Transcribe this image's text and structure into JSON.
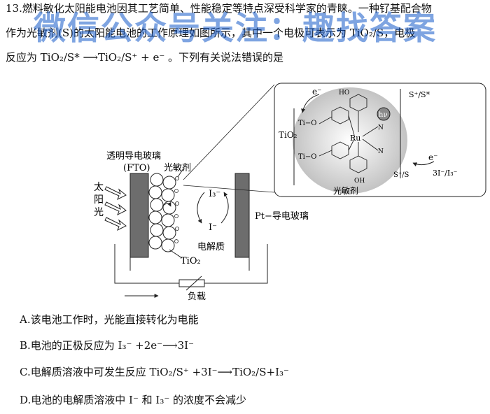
{
  "question": {
    "line1": "13.燃料敏化太阳能电池因其工艺简单、性能稳定等特点深受科学家的青睐。一种钌基配合物",
    "line2": "作为光敏剂(S)的太阳能电池的工作原理如图所示，其中一个电极可表示为 TiO₂/S，电极",
    "line3": "反应为 TiO₂/S* ⟶TiO₂/S⁺ + e⁻ 。下列有关说法错误的是"
  },
  "watermark": "微信公众号关注：趣找答案",
  "diagram": {
    "fto_label_1": "透明导电玻璃",
    "fto_label_2": "(FTO)",
    "photosensitizer_label": "光敏剂",
    "sun_label": [
      "太",
      "阳",
      "光"
    ],
    "tio2_label": "TiO₂",
    "i3_label": "I₃⁻",
    "i_label": "I⁻",
    "pt_label": "Pt−导电玻璃",
    "electrolyte_label": "电解质",
    "load_label": "负载",
    "inset": {
      "electron_top": "e⁻",
      "electron_bottom": "e⁻",
      "tio2": "TiO₂",
      "ti_o_top": "Ti−O",
      "ti_o_bottom": "Ti−O",
      "hooc": "HO",
      "cooh": "OH",
      "ru": "Ru",
      "ncs": "N",
      "s_plus_s_star": "S⁺/S*",
      "hv": "hν",
      "s_plus_s": "S⁺/S",
      "redox": "3I⁻/I₃⁻",
      "caption": "光敏剂"
    }
  },
  "options": {
    "A": "A.该电池工作时，光能直接转化为电能",
    "B": "B.电池的正极反应为 I₃⁻ +2e⁻⟶3I⁻",
    "C": "C.电解质溶液中可发生反应 TiO₂/S⁺ +3I⁻⟶TiO₂/S+I₃⁻",
    "D": "D.电池的电解质溶液中 I⁻ 和 I₃⁻ 的浓度不会减少"
  }
}
